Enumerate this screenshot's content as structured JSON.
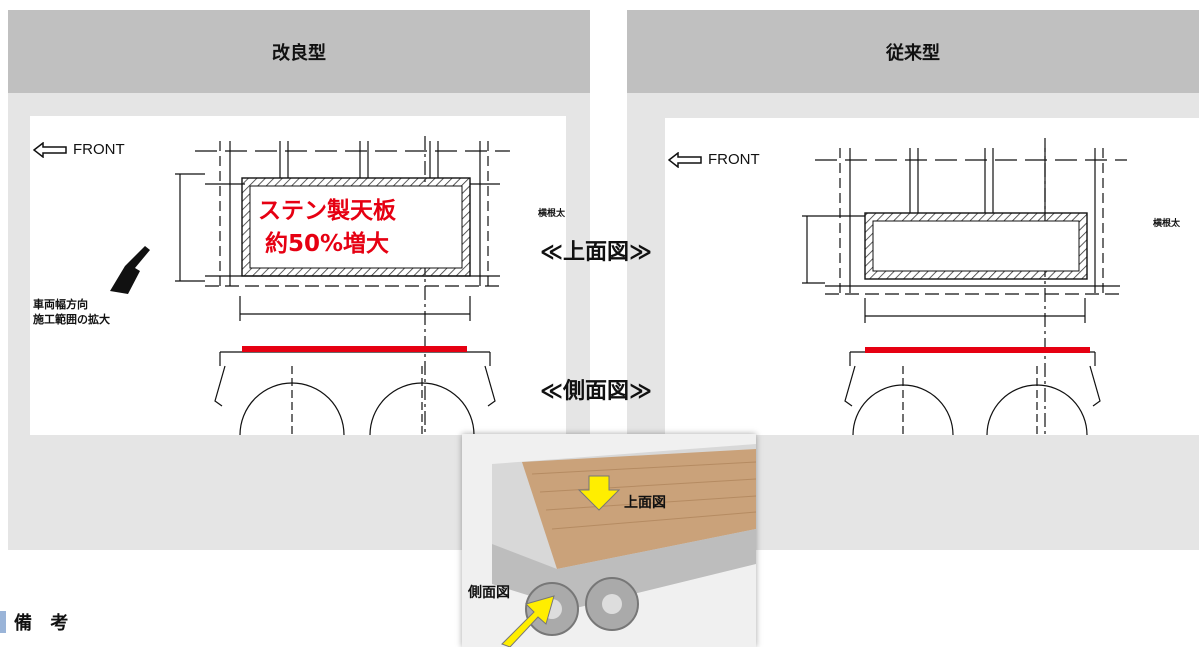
{
  "panels": {
    "improved": {
      "title": "改良型"
    },
    "conventional": {
      "title": "従来型"
    }
  },
  "front_label": "FRONT",
  "view_labels": {
    "top": "≪上面図≫",
    "side": "≪側面図≫"
  },
  "callout": {
    "line1": "ステン製天板",
    "line2": "約50%増大"
  },
  "note": {
    "line1": "車両幅方向",
    "line2": "施工範囲の拡大"
  },
  "beam_label": "横根太",
  "photo": {
    "top_label": "上面図",
    "side_label": "側面図"
  },
  "remarks": "備 考",
  "colors": {
    "highlight": "#e60012",
    "panel_bg": "#e5e5e5",
    "header_bg": "#c0c0c0",
    "arrow": "#ffee00"
  }
}
